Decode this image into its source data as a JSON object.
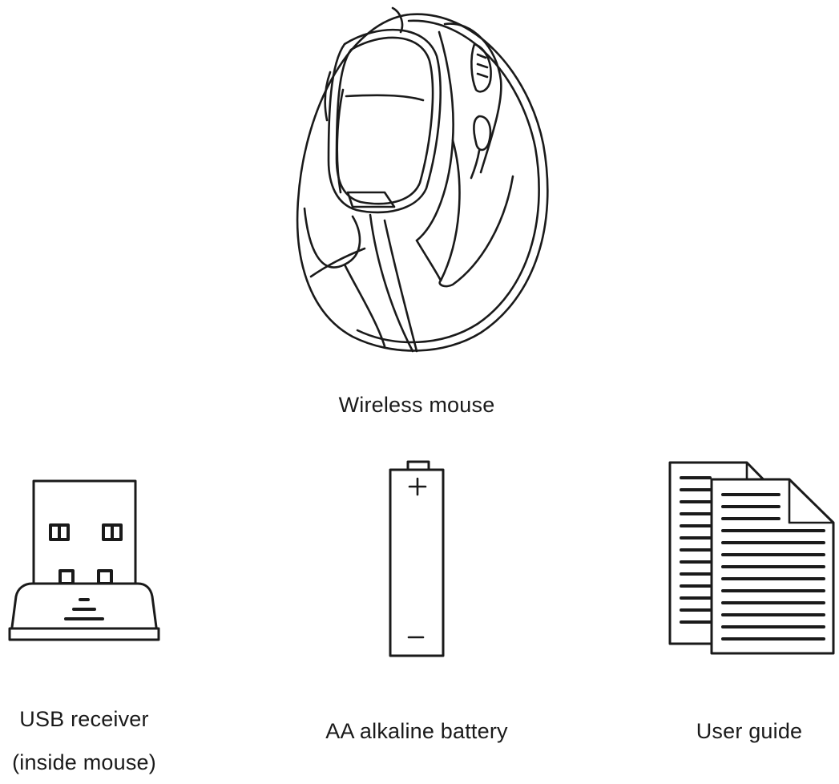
{
  "items": {
    "mouse": {
      "label": "Wireless mouse",
      "icon": "wireless-mouse-icon"
    },
    "usb_receiver": {
      "label_line1": "USB receiver",
      "label_line2": "(inside mouse)",
      "icon": "usb-receiver-icon"
    },
    "battery": {
      "label": "AA alkaline battery",
      "icon": "aa-battery-icon",
      "plus": "+",
      "minus": "–"
    },
    "user_guide": {
      "label": "User guide",
      "icon": "user-guide-icon"
    }
  },
  "colors": {
    "line": "#1a1a1a",
    "background": "#ffffff"
  }
}
